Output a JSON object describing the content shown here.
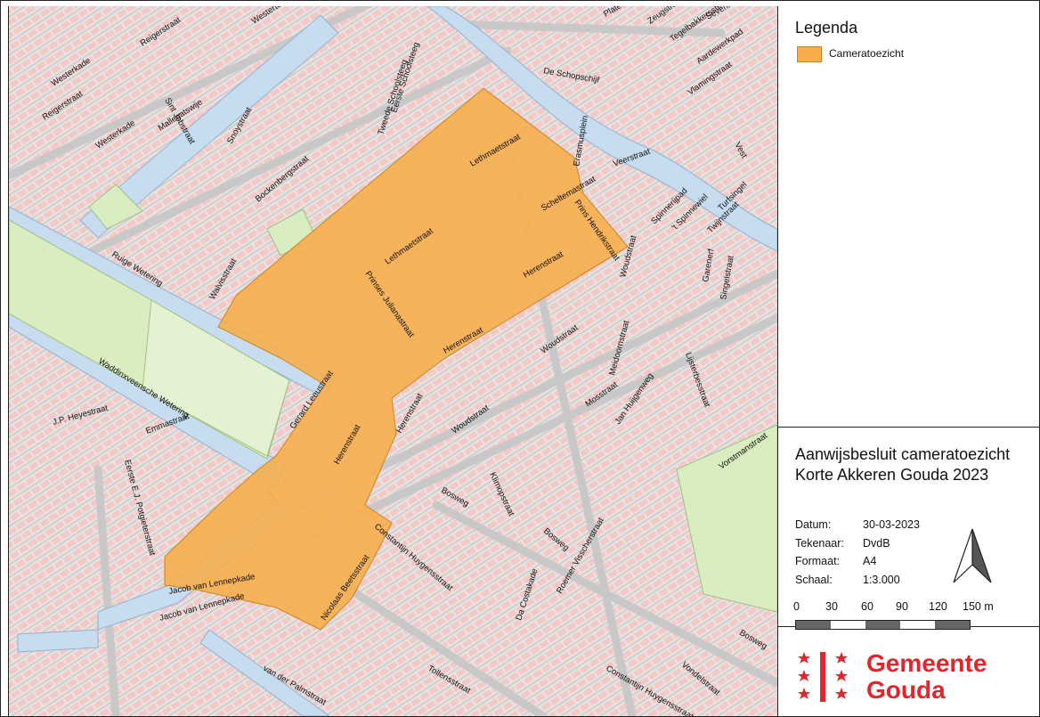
{
  "legend": {
    "title": "Legenda",
    "items": [
      {
        "label": "Cameratoezicht",
        "color": "#f7ad4a"
      }
    ]
  },
  "document": {
    "title_line1": "Aanwijsbesluit cameratoezicht",
    "title_line2": "Korte Akkeren Gouda 2023",
    "meta": [
      {
        "key": "Datum:",
        "value": "30-03-2023"
      },
      {
        "key": "Tekenaar:",
        "value": "DvdB"
      },
      {
        "key": "Formaat:",
        "value": "A4"
      },
      {
        "key": "Schaal:",
        "value": "1:3.000"
      }
    ],
    "scale_ticks": [
      "0",
      "30",
      "60",
      "90",
      "120",
      "150 m"
    ]
  },
  "logo": {
    "line1": "Gemeente",
    "line2": "Gouda",
    "color": "#e3262b"
  },
  "map": {
    "colors": {
      "building": "#f3c9c7",
      "road": "#d4d4d4",
      "water": "#c7dcee",
      "green": "#d9edc1",
      "zone": "#f7ad4a"
    },
    "streets": [
      "Reigerstraat",
      "Reigerstraat",
      "Westerkade",
      "Westerkade",
      "Mallegatswije",
      "Sint Jobstraat",
      "Westerton",
      "Snoystraat",
      "Eerste Schoolsteeg",
      "Tweede Schoolsteeg",
      "Ruige Wetering",
      "Bockenbergstraat",
      "Walvisstraat",
      "Lethmaetstraat",
      "Prinses Julianastraat",
      "Lethmaetstraat",
      "Scheltemastraat",
      "Prins Hendrikstraat",
      "Herenstraat",
      "Herenstraat",
      "Herenstraat",
      "Herenstraat",
      "Waddinxveensche Wetering",
      "Emmastraat",
      "J.P. Heyestraat",
      "Gerard Leeustraat",
      "Eerste E.J. Potgieterstraat",
      "Jacob van Lennepkade",
      "Jacob van Lennepkade",
      "Constantijn Huygensstraat",
      "Nicolaas Beetsstraat",
      "Tollensstraat",
      "van der Palmstraat",
      "Da Costakade",
      "Constantijn Huygensstraat",
      "Bosweg",
      "Bosweg",
      "Bosweg",
      "Klimopstraat",
      "Woudstraat",
      "Woudstraat",
      "Woudstraat",
      "Mosstraat",
      "Meidoornstraat",
      "Jan Huijgenweg",
      "Lijsterbesstraat",
      "Roemer Visscherstraat",
      "Vondelstraat",
      "Vorstmanstraat",
      "De Schopschijf",
      "Erasmusplein",
      "Veerstraat",
      "Spinnerijpad",
      "'t Spinnewiel",
      "Twijnstraat",
      "Garenerf",
      "Turfsingel",
      "Singelstraat",
      "Vlamingstraat",
      "Aardewerkpad",
      "Tegelbakkerssteegje",
      "Plateelstraat",
      "Zeugstraat",
      "Vest",
      "Sevenhuysen"
    ]
  }
}
